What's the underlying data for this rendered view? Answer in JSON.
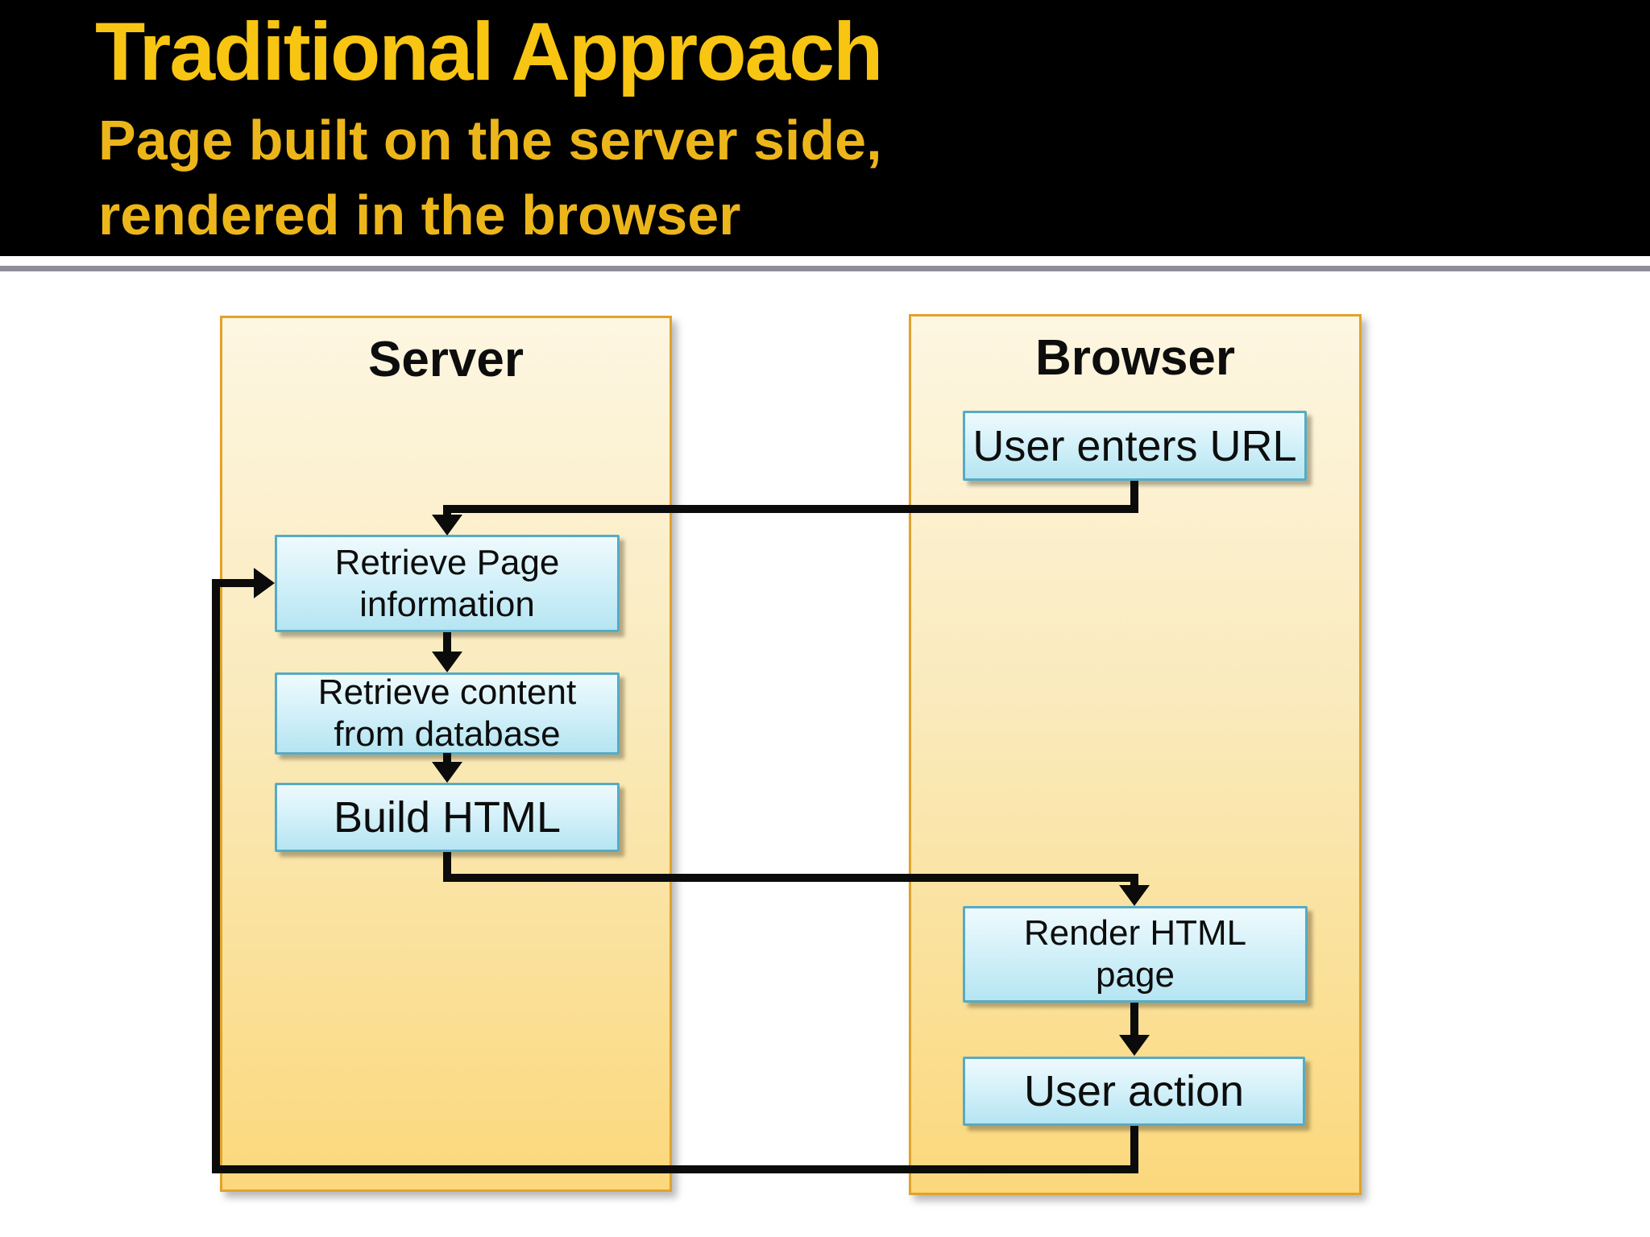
{
  "header": {
    "title": "Traditional Approach",
    "subtitle_line1": "Page built on the server side,",
    "subtitle_line2": "rendered in the browser",
    "background_color": "#000000",
    "title_color": "#f8c513",
    "subtitle_color": "#ecb61b"
  },
  "diagram": {
    "server": {
      "title": "Server",
      "boxes": [
        {
          "label": "Retrieve Page\ninformation"
        },
        {
          "label": "Retrieve content\nfrom database"
        },
        {
          "label": "Build HTML"
        }
      ]
    },
    "browser": {
      "title": "Browser",
      "boxes": [
        {
          "label": "User enters URL"
        },
        {
          "label": "Render HTML\npage"
        },
        {
          "label": "User action"
        }
      ]
    },
    "flow": [
      "User enters URL -> Retrieve Page information",
      "Retrieve Page information -> Retrieve content from database",
      "Retrieve content from database -> Build HTML",
      "Build HTML -> Render HTML page",
      "Render HTML page -> User action",
      "User action -> Retrieve Page information"
    ],
    "colors": {
      "container_border": "#e1a32a",
      "container_fill_top": "#fdf6e1",
      "container_fill_bottom": "#fbd87c",
      "box_border": "#55abc6",
      "box_fill_top": "#eefafd",
      "box_fill_bottom": "#b5e5f2",
      "arrow": "#0b0b0b",
      "separator": "#8f8f96"
    }
  }
}
